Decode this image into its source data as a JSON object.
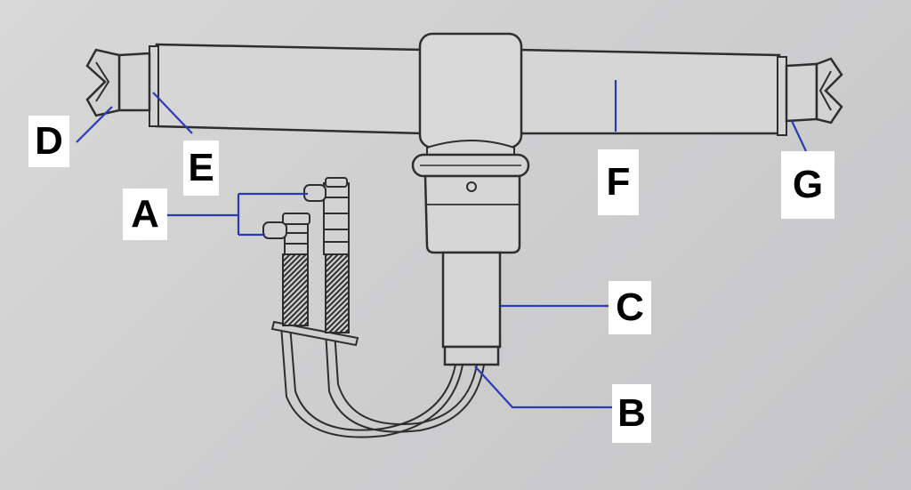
{
  "diagram": {
    "labels": {
      "A": "A",
      "B": "B",
      "C": "C",
      "D": "D",
      "E": "E",
      "F": "F",
      "G": "G"
    }
  },
  "colors": {
    "background": "#d0d0d2",
    "drawing_line": "#2e2e2e",
    "leader_line": "#2b3bb5",
    "label_box": "#ffffff"
  }
}
